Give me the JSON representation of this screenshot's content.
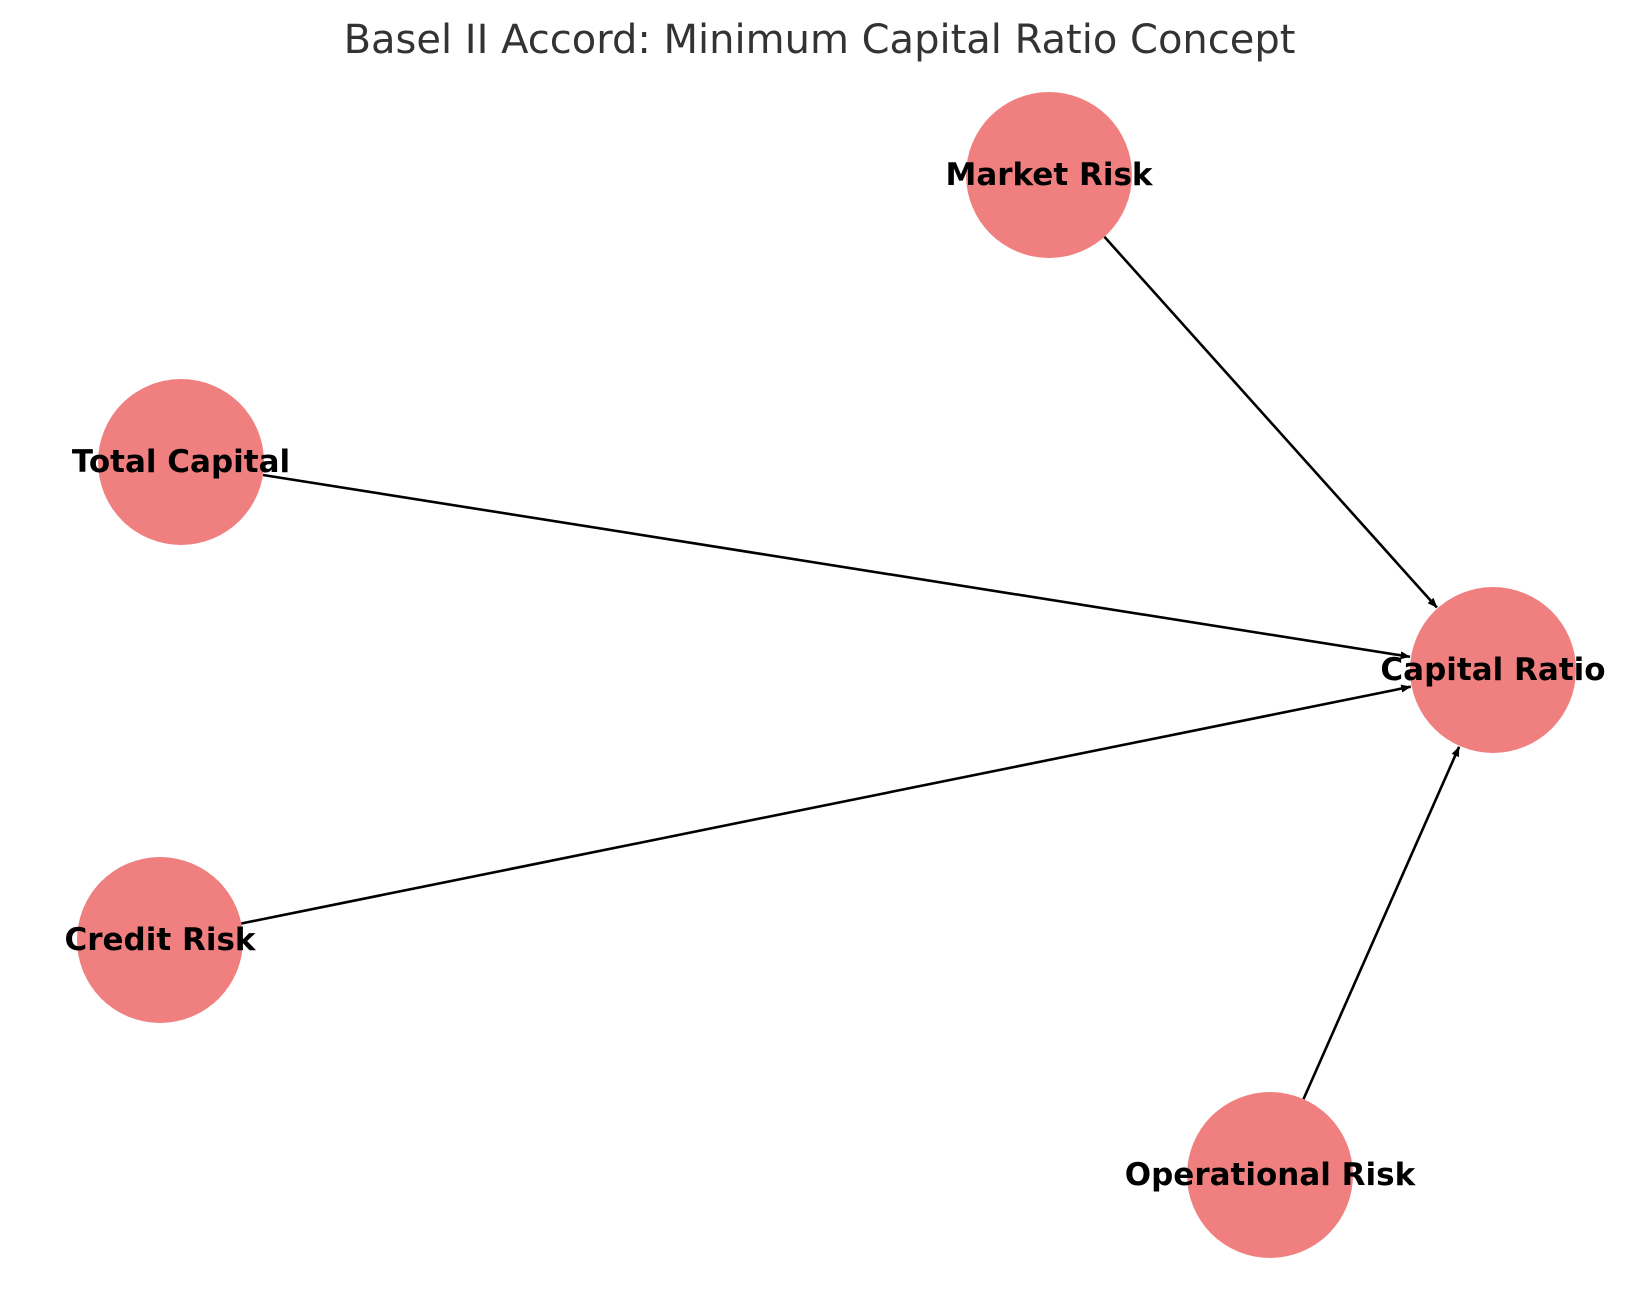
{
  "title": "Basel II Accord: Minimum Capital Ratio Concept",
  "colors": {
    "node_fill": "#F08080",
    "edge": "#000000",
    "title": "#333333",
    "label": "#000000",
    "background": "#FFFFFF"
  },
  "nodes": [
    {
      "id": "market-risk",
      "label": "Market Risk"
    },
    {
      "id": "total-capital",
      "label": "Total Capital"
    },
    {
      "id": "capital-ratio",
      "label": "Capital Ratio"
    },
    {
      "id": "credit-risk",
      "label": "Credit Risk"
    },
    {
      "id": "operational-risk",
      "label": "Operational Risk"
    }
  ],
  "edges": [
    {
      "from": "market-risk",
      "to": "capital-ratio"
    },
    {
      "from": "total-capital",
      "to": "capital-ratio"
    },
    {
      "from": "credit-risk",
      "to": "capital-ratio"
    },
    {
      "from": "operational-risk",
      "to": "capital-ratio"
    }
  ]
}
